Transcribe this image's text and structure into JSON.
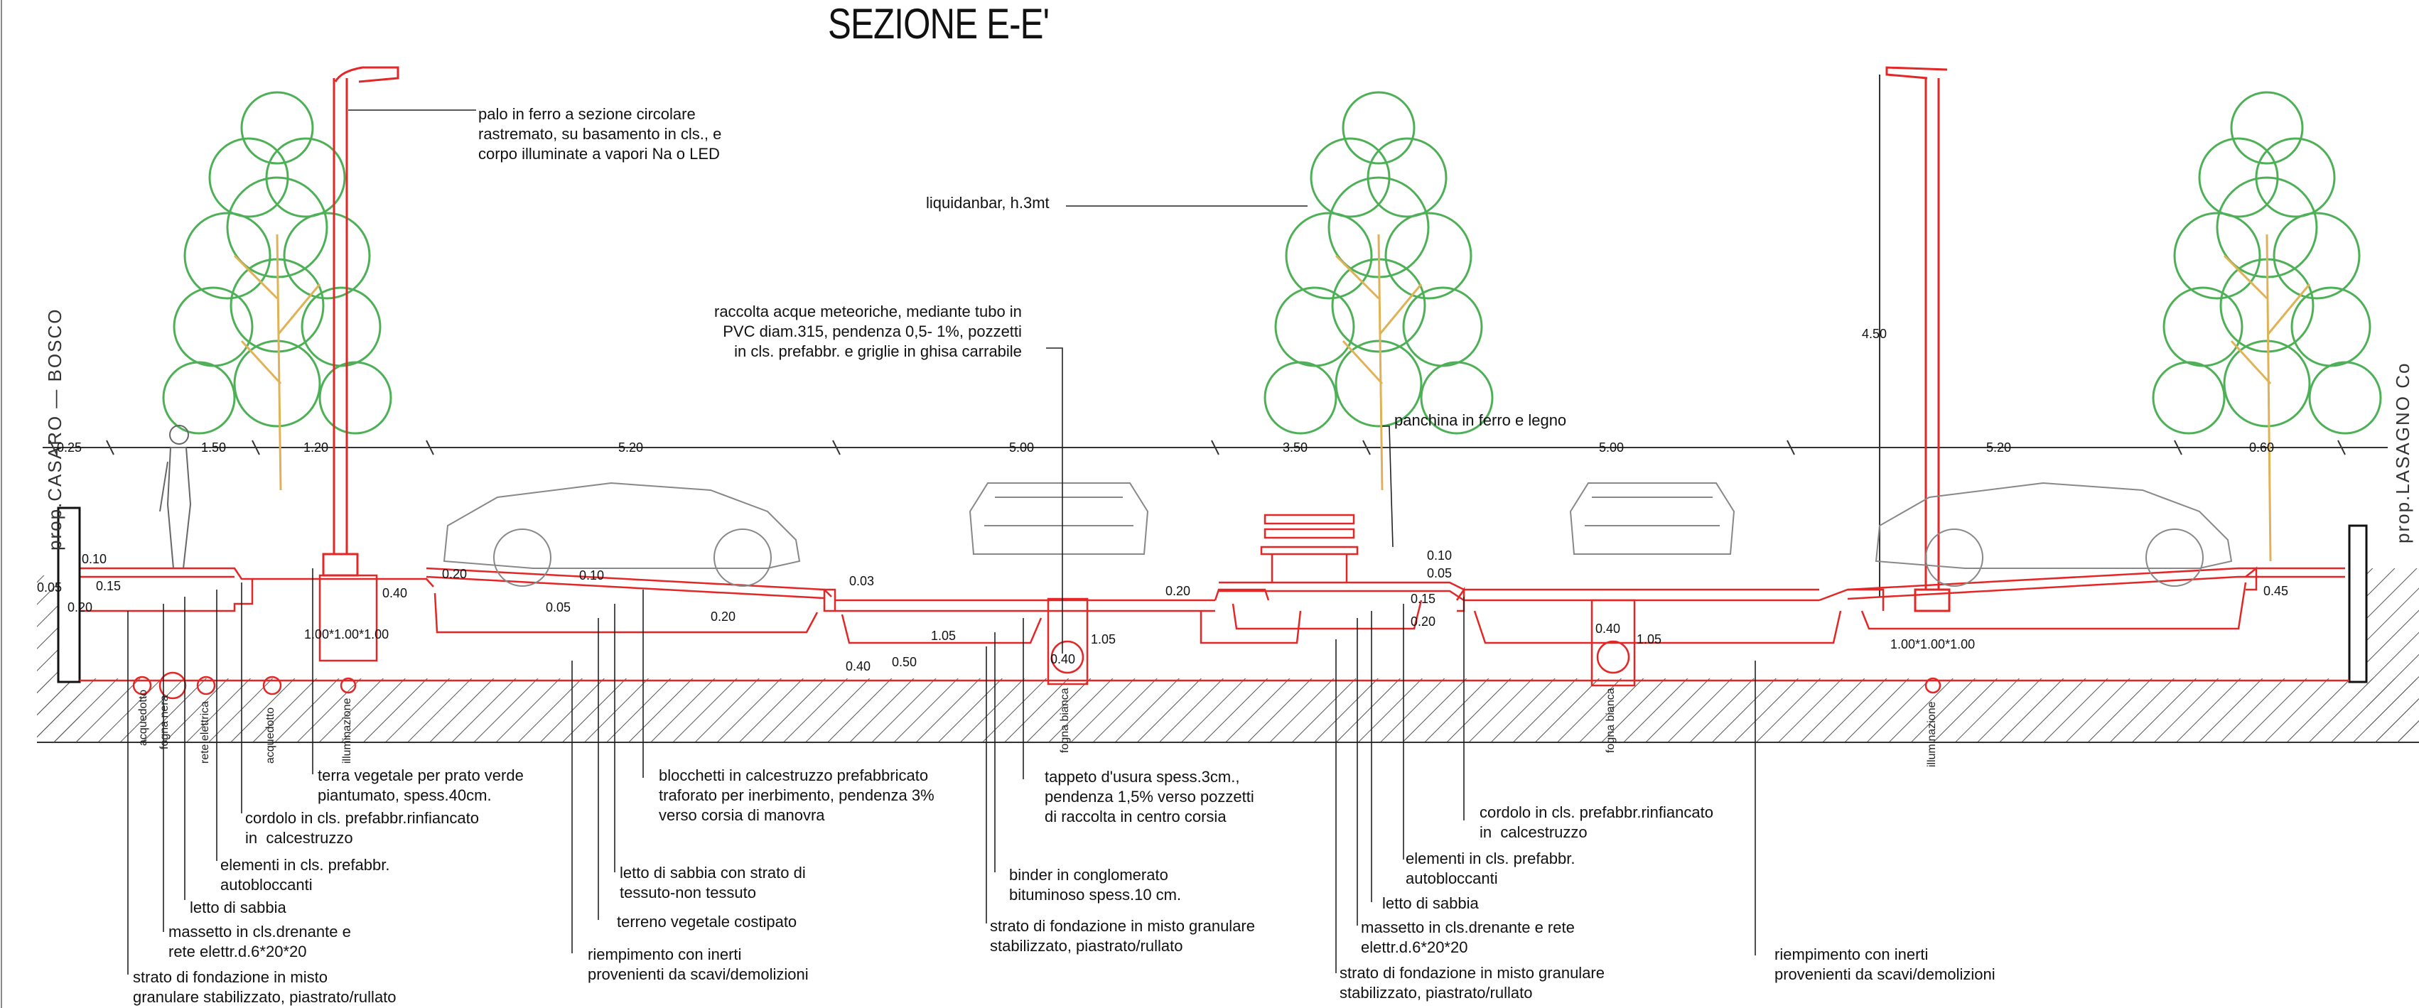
{
  "title": "SEZIONE E-E'",
  "property_labels": {
    "left": "prop.CASARO — BOSCO",
    "right": "prop.LASAGNO  Co"
  },
  "colors": {
    "section_lines": "#e32626",
    "ink": "#111111",
    "tree": "#2fa33a",
    "trunk": "#e0b257",
    "hatch": "#555555"
  },
  "dimensions_top": [
    "0.25",
    "1.50",
    "1.20",
    "5.20",
    "5.00",
    "3.50",
    "5.00",
    "5.20",
    "0.60"
  ],
  "lamp_height": "4.50",
  "dim_labels": {
    "d010a": "0.10",
    "d005a": "0.05",
    "d015a": "0.15",
    "d020a": "0.20",
    "d040a": "0.40",
    "d020b": "0.20",
    "d010b": "0.10",
    "d005b": "0.05",
    "d020c": "0.20",
    "d003": "0.03",
    "d105a": "1.05",
    "d040b": "0.40",
    "d050": "0.50",
    "d040c": "0.40",
    "d105b": "1.05",
    "d020d": "0.20",
    "d010c": "0.10",
    "d005c": "0.05",
    "d015b": "0.15",
    "d020e": "0.20",
    "d040d": "0.40",
    "d105c": "1.05",
    "d045": "0.45",
    "plinth_a": "1.00*1.00*1.00",
    "plinth_b": "1.00*1.00*1.00"
  },
  "pipe_labels": [
    "acquedotto",
    "fogna nera",
    "rete elettrica",
    "acquedotto",
    "illuminazione",
    "fogna bianca",
    "fogna bianca",
    "illuminazione"
  ],
  "annotations": {
    "palo": "palo in ferro a sezione circolare\nrastremato, su basamento in cls., e\ncorpo illuminate a vapori Na o LED",
    "liquidambar": "liquidanbar, h.3mt",
    "raccolta": "raccolta acque meteoriche, mediante tubo in\nPVC diam.315, pendenza 0,5- 1%, pozzetti\nin cls. prefabbr. e griglie in ghisa carrabile",
    "panchina": "panchina in ferro e legno",
    "terra": "terra vegetale per prato verde\npiantumato, spess.40cm.",
    "cordolo_l": "cordolo in cls. prefabbr.rinfiancato\nin  calcestruzzo",
    "elementi_l": "elementi in cls. prefabbr.\nautobloccanti",
    "letto_l": "letto di sabbia",
    "massetto_l": "massetto in cls.drenante e\nrete elettr.d.6*20*20",
    "strato_l": "strato di fondazione in misto\ngranulare stabilizzato, piastrato/rullato",
    "blocchetti": "blocchetti in calcestruzzo prefabbricato\ntraforato per inerbimento, pendenza 3%\nverso corsia di manovra",
    "letto_tessuto": "letto di sabbia con strato di\ntessuto-non tessuto",
    "terreno": "terreno vegetale costipato",
    "riempimento_l": "riempimento con inerti\nprovenienti da scavi/demolizioni",
    "tappeto": "tappeto d'usura spess.3cm.,\npendenza 1,5% verso pozzetti\ndi raccolta in centro corsia",
    "binder": "binder in conglomerato\nbituminoso spess.10 cm.",
    "strato_c": "strato di fondazione in misto granulare\nstabilizzato, piastrato/rullato",
    "cordolo_r": "cordolo in cls. prefabbr.rinfiancato\nin  calcestruzzo",
    "elementi_r": "elementi in cls. prefabbr.\nautobloccanti",
    "letto_r": "letto di sabbia",
    "massetto_r": "massetto in cls.drenante e rete\nelettr.d.6*20*20",
    "strato_r": "strato di fondazione in misto granulare\nstabilizzato, piastrato/rullato",
    "riempimento_r": "riempimento con inerti\nprovenienti da scavi/demolizioni"
  }
}
